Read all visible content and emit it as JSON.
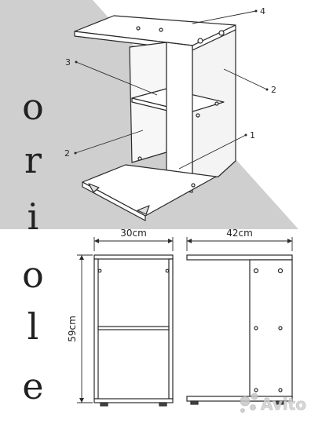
{
  "brand": {
    "letters": [
      "o",
      "r",
      "i",
      "o",
      "l",
      "e"
    ]
  },
  "callouts": {
    "c1": "1",
    "c2_right": "2",
    "c2_left": "2",
    "c3": "3",
    "c4": "4"
  },
  "dimensions": {
    "width": "30cm",
    "depth": "42cm",
    "height": "59cm"
  },
  "watermark": {
    "text": "Avito"
  },
  "colors": {
    "background_gray": "#cfcfcf",
    "line": "#2a2a2a"
  }
}
